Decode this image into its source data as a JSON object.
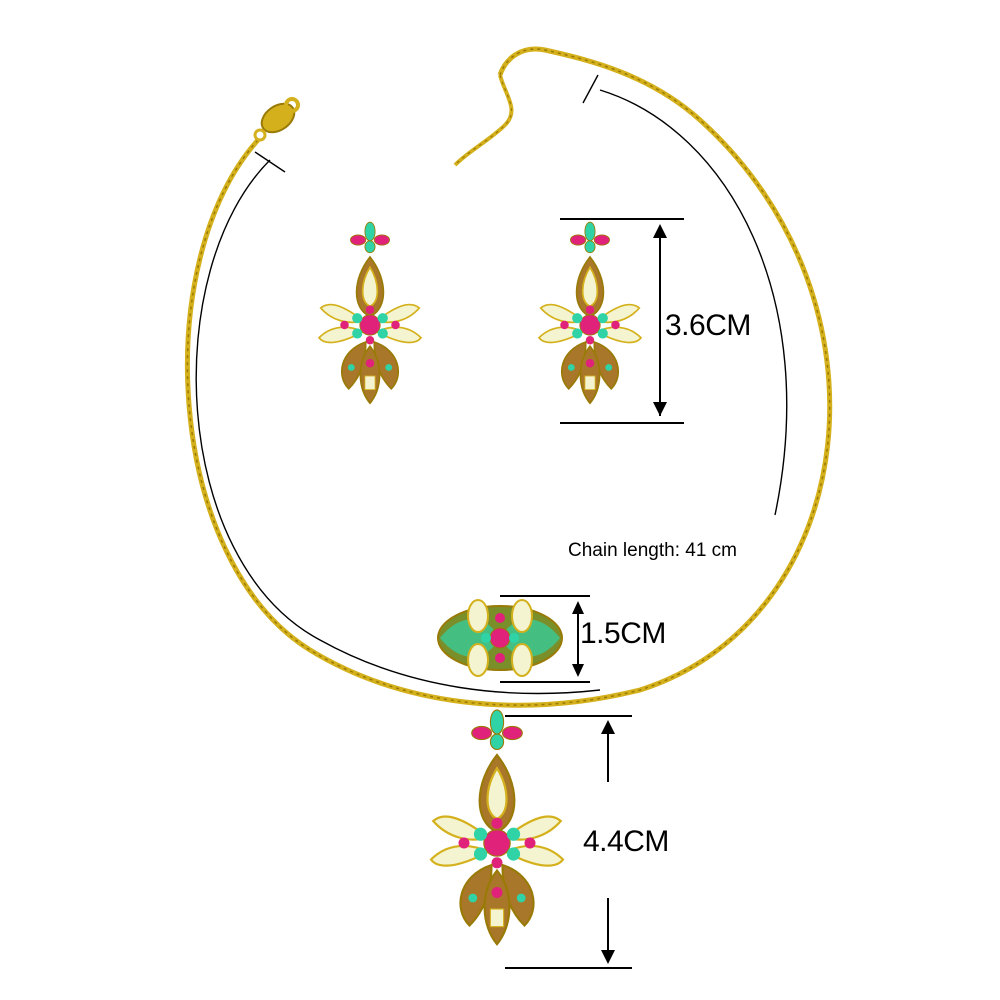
{
  "measurements": {
    "earring_height": "3.6CM",
    "ring_height": "1.5CM",
    "pendant_height": "4.4CM",
    "chain_length": "Chain length: 41 cm"
  },
  "colors": {
    "gold": "#d4b11c",
    "gold_dark": "#9a7a06",
    "ruby": "#e0227a",
    "turquoise": "#2fd3a6",
    "topaz": "#a9772a",
    "enamel": "#f4f4d0",
    "line": "#000000"
  },
  "items": {
    "earring_left_icon": "earring-icon",
    "earring_right_icon": "earring-icon",
    "ring_icon": "ring-icon",
    "pendant_icon": "pendant-icon",
    "clasp_icon": "lobster-clasp-icon"
  }
}
